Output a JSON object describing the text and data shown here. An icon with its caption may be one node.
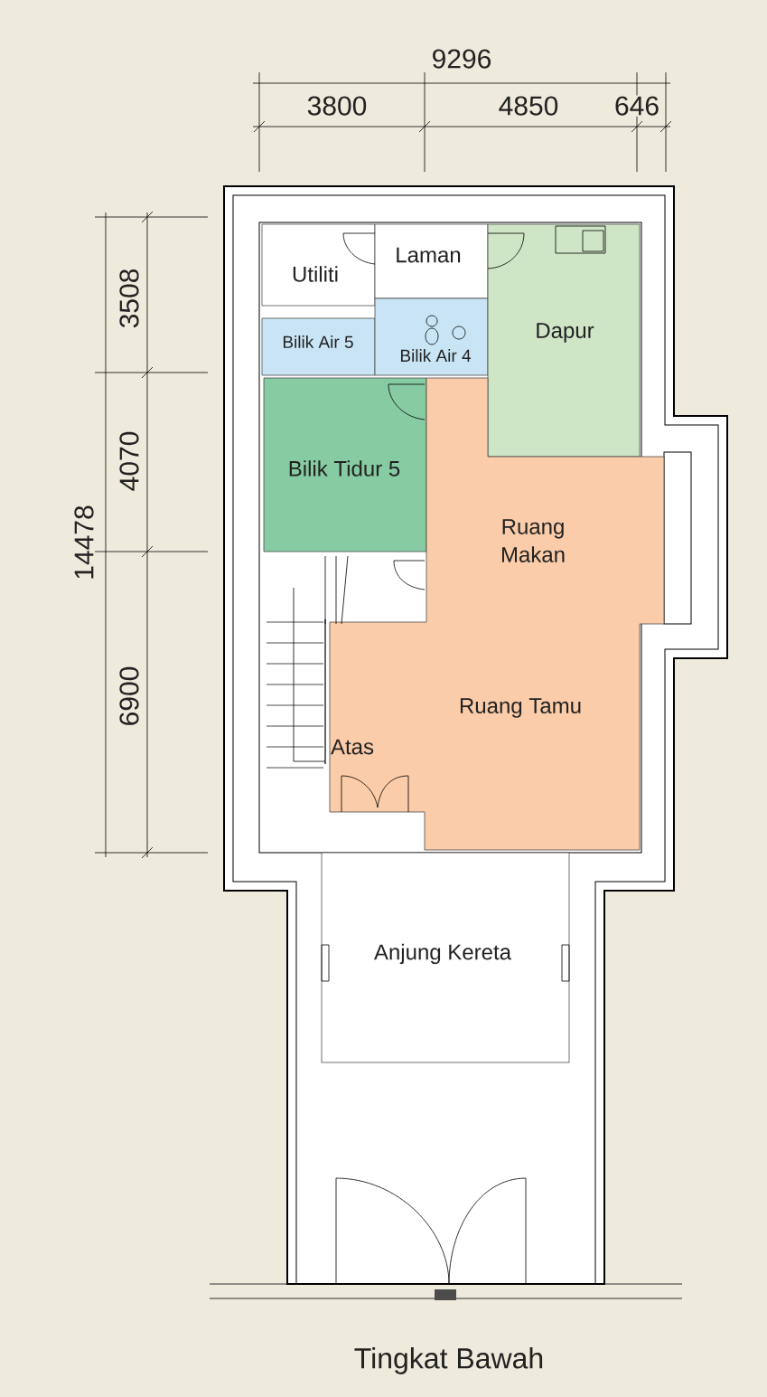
{
  "diagram": {
    "caption": "Tingkat Bawah",
    "nodes": [
      {
        "text": [
          "Utiliti"
        ]
      },
      {
        "text": [
          "Laman"
        ]
      },
      {
        "text": [
          "Bilik Air 5"
        ]
      },
      {
        "text": [
          "Bilik Air 4"
        ]
      },
      {
        "text": [
          "Dapur"
        ]
      },
      {
        "text": [
          "Bilik Tidur 5"
        ]
      },
      {
        "text": [
          "Ruang Makan",
          "Ruang Tamu"
        ]
      },
      {
        "text": [
          "Anjung Kereta"
        ]
      }
    ],
    "labels": [
      "9296",
      "3800",
      "4850",
      "646",
      "14478",
      "3508",
      "4070",
      "6900",
      "Atas"
    ]
  }
}
